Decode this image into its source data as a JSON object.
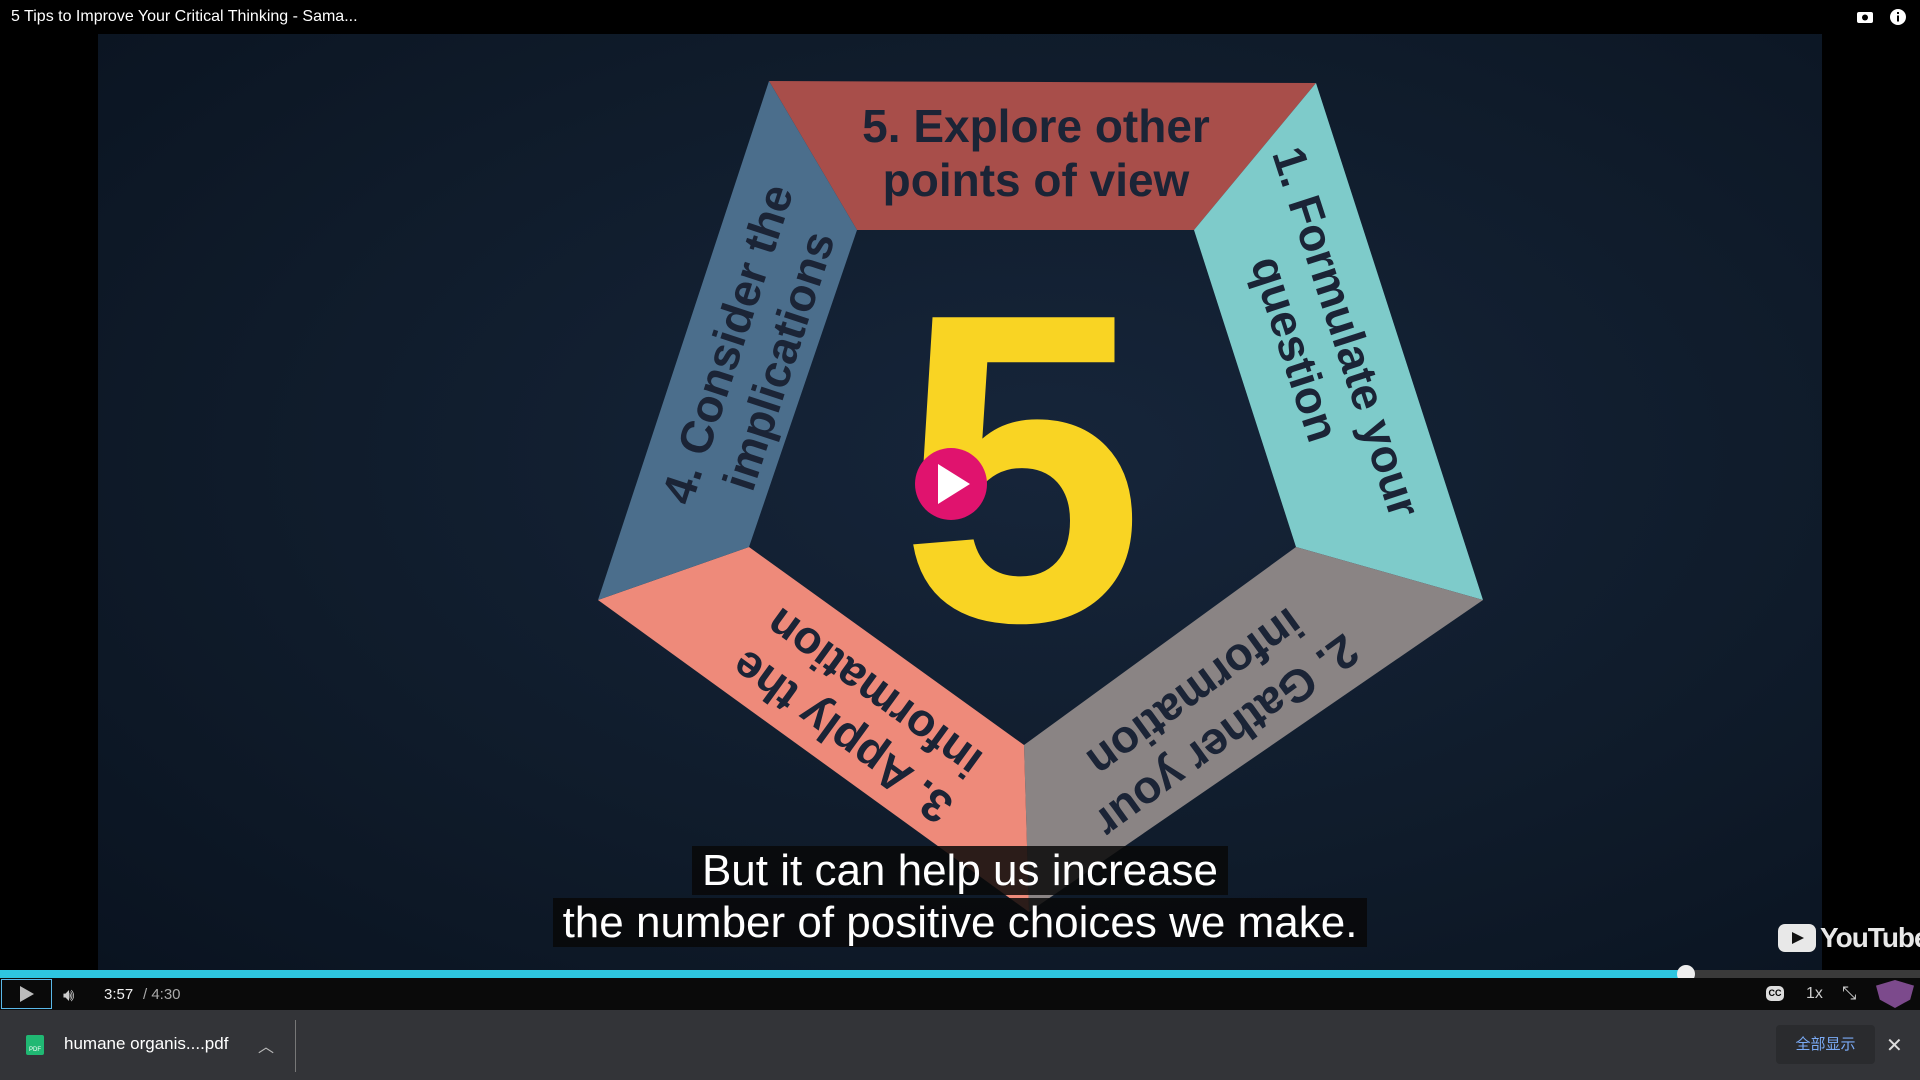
{
  "window": {
    "title": "5 Tips to Improve Your Critical Thinking - Sama..."
  },
  "video": {
    "segments": [
      {
        "lines": [
          "5. Explore other",
          "points of view"
        ],
        "color": "#a84e4a"
      },
      {
        "lines": [
          "1. Formulate your",
          "question"
        ],
        "color": "#7ecbca"
      },
      {
        "lines": [
          "2. Gather your",
          "information"
        ],
        "color": "#8a8484"
      },
      {
        "lines": [
          "3. Apply the",
          "information"
        ],
        "color": "#ee8a7a"
      },
      {
        "lines": [
          "4. Consider the",
          "implications"
        ],
        "color": "#4b6e8c"
      }
    ],
    "center_number": "5",
    "subtitles": [
      "But it can help us increase",
      "the number of positive choices we make."
    ],
    "watermark": "YouTube"
  },
  "player": {
    "current_time": "3:57",
    "duration": "/ 4:30",
    "progress_percent": 87.8,
    "speed": "1x",
    "cc_label": "CC"
  },
  "downloads": {
    "file_name": "humane organis....pdf",
    "show_all": "全部显示",
    "pdf_label": "PDF"
  },
  "colors": {
    "accent": "#2ec6e0",
    "play": "#e0136e",
    "five": "#f9d423"
  }
}
